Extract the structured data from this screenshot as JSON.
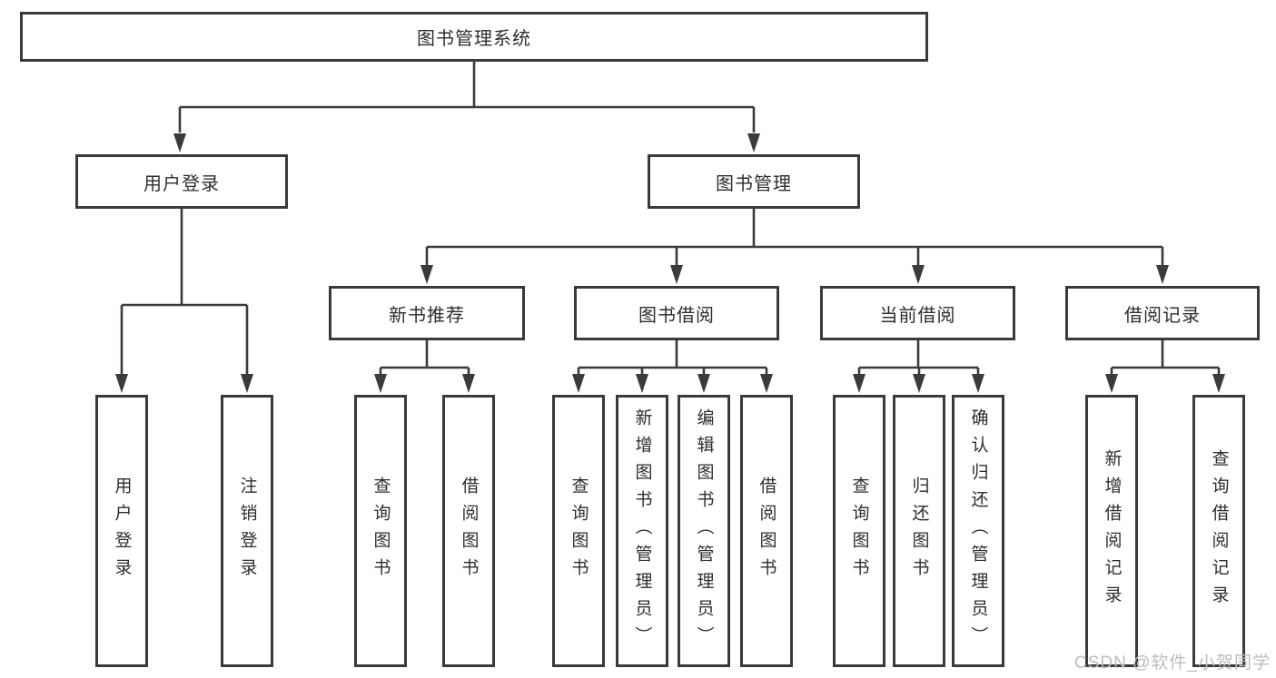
{
  "diagram": {
    "root": {
      "label": "图书管理系统",
      "children": [
        {
          "label": "用户登录",
          "children": [
            {
              "label": "用户登录"
            },
            {
              "label": "注销登录"
            }
          ]
        },
        {
          "label": "图书管理",
          "children": [
            {
              "label": "新书推荐",
              "children": [
                {
                  "label": "查询图书"
                },
                {
                  "label": "借阅图书"
                }
              ]
            },
            {
              "label": "图书借阅",
              "children": [
                {
                  "label": "查询图书"
                },
                {
                  "label": "新增图书（管理员）"
                },
                {
                  "label": "编辑图书（管理员）"
                },
                {
                  "label": "借阅图书"
                }
              ]
            },
            {
              "label": "当前借阅",
              "children": [
                {
                  "label": "查询图书"
                },
                {
                  "label": "归还图书"
                },
                {
                  "label": "确认归还（管理员）"
                }
              ]
            },
            {
              "label": "借阅记录",
              "children": [
                {
                  "label": "新增借阅记录"
                },
                {
                  "label": "查询借阅记录"
                }
              ]
            }
          ]
        }
      ]
    }
  },
  "watermark": {
    "text": "CSDN @软件_小贺同学"
  },
  "colors": {
    "line": "#3b3b3b",
    "box_border": "#3a3a3a",
    "text": "#2d2d2d",
    "watermark": "#b9bdc3",
    "background": "#ffffff"
  }
}
